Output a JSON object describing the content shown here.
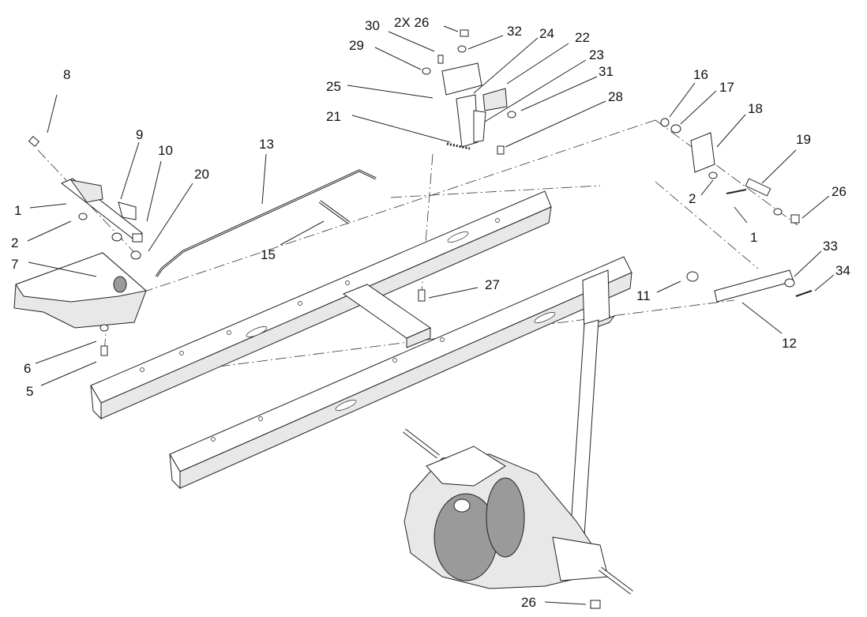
{
  "callouts": [
    {
      "id": "c8",
      "text": "8"
    },
    {
      "id": "c9",
      "text": "9"
    },
    {
      "id": "c10",
      "text": "10"
    },
    {
      "id": "c1a",
      "text": "1"
    },
    {
      "id": "c2a",
      "text": "2"
    },
    {
      "id": "c20",
      "text": "20"
    },
    {
      "id": "c7",
      "text": "7"
    },
    {
      "id": "c6",
      "text": "6"
    },
    {
      "id": "c5",
      "text": "5"
    },
    {
      "id": "c13",
      "text": "13"
    },
    {
      "id": "c15",
      "text": "15"
    },
    {
      "id": "c30",
      "text": "30"
    },
    {
      "id": "c2x26",
      "text": "2X 26"
    },
    {
      "id": "c32",
      "text": "32"
    },
    {
      "id": "c24",
      "text": "24"
    },
    {
      "id": "c22",
      "text": "22"
    },
    {
      "id": "c29",
      "text": "29"
    },
    {
      "id": "c23",
      "text": "23"
    },
    {
      "id": "c25",
      "text": "25"
    },
    {
      "id": "c31",
      "text": "31"
    },
    {
      "id": "c21",
      "text": "21"
    },
    {
      "id": "c28",
      "text": "28"
    },
    {
      "id": "c27",
      "text": "27"
    },
    {
      "id": "c16",
      "text": "16"
    },
    {
      "id": "c17",
      "text": "17"
    },
    {
      "id": "c18",
      "text": "18"
    },
    {
      "id": "c19",
      "text": "19"
    },
    {
      "id": "c2b",
      "text": "2"
    },
    {
      "id": "c26a",
      "text": "26"
    },
    {
      "id": "c1b",
      "text": "1"
    },
    {
      "id": "c33",
      "text": "33"
    },
    {
      "id": "c34",
      "text": "34"
    },
    {
      "id": "c11",
      "text": "11"
    },
    {
      "id": "c12",
      "text": "12"
    },
    {
      "id": "c26b",
      "text": "26"
    }
  ]
}
